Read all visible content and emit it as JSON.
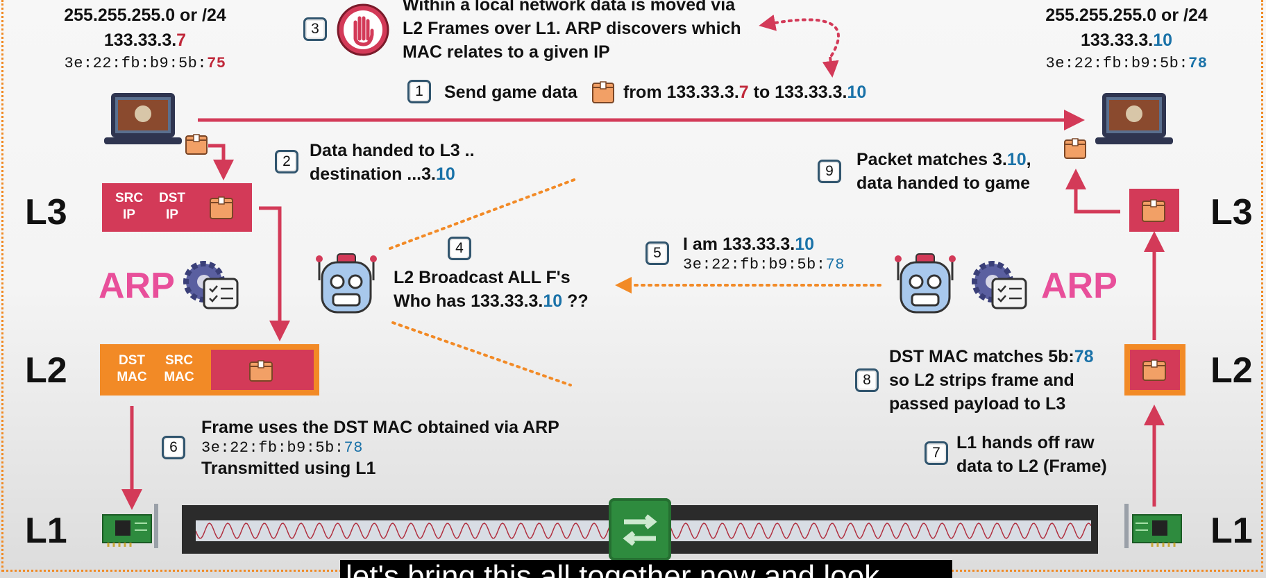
{
  "left_host": {
    "mask": "255.255.255.0 or /24",
    "ip_prefix": "133.33.3.",
    "ip_last": "7",
    "mac_prefix": "3e:22:fb:b9:5b:",
    "mac_last": "75"
  },
  "right_host": {
    "mask": "255.255.255.0 or /24",
    "ip_prefix": "133.33.3.",
    "ip_last": "10",
    "mac_prefix": "3e:22:fb:b9:5b:",
    "mac_last": "78"
  },
  "step3": {
    "num": "3",
    "lines": [
      "Within a local network data is moved via",
      "L2 Frames over L1. ARP discovers which",
      "MAC relates to a given IP"
    ]
  },
  "step1": {
    "num": "1",
    "a": "Send game data",
    "b": "from 133.33.3.",
    "c": "7",
    "d": " to 133.33.3.",
    "e": "10"
  },
  "step2": {
    "num": "2",
    "line1": "Data handed to L3 ..",
    "line2a": "destination ...3.",
    "line2b": "10"
  },
  "step9": {
    "num": "9",
    "line1a": "Packet matches 3.",
    "line1b": "10",
    "line1c": ",",
    "line2": "data handed to game"
  },
  "step4": {
    "num": "4",
    "line1": "L2 Broadcast ALL F's",
    "line2a": "Who has 133.33.3.",
    "line2b": "10",
    "line2c": " ??"
  },
  "step5": {
    "num": "5",
    "line1a": "I am 133.33.3.",
    "line1b": "10",
    "mac_prefix": "3e:22:fb:b9:5b:",
    "mac_last": "78"
  },
  "step6": {
    "num": "6",
    "line1": "Frame uses the DST MAC obtained via ARP",
    "mac_prefix": "3e:22:fb:b9:5b:",
    "mac_last": "78",
    "line3": "Transmitted using L1"
  },
  "step7": {
    "num": "7",
    "line1": "L1 hands off raw",
    "line2": "data to L2 (Frame)"
  },
  "step8": {
    "num": "8",
    "line1a": "DST MAC matches 5b:",
    "line1b": "78",
    "line2": "so L2 strips frame and",
    "line3": "passed payload to L3"
  },
  "layers": {
    "l3": "L3",
    "l2": "L2",
    "l1": "L1",
    "arp": "ARP"
  },
  "packet": {
    "src_ip": [
      "SRC",
      "IP"
    ],
    "dst_ip": [
      "DST",
      "IP"
    ]
  },
  "frame": {
    "dst_mac": [
      "DST",
      "MAC"
    ],
    "src_mac": [
      "SRC",
      "MAC"
    ]
  },
  "caption": "let's bring this all together now and look",
  "colors": {
    "accent_red": "#d33a58",
    "accent_orange": "#f28a26",
    "ip_blue": "#1a72a8",
    "arp_pink": "#e84f9a",
    "switch_green": "#2e8b3e"
  },
  "icons": [
    "laptop-icon",
    "package-icon",
    "stop-hand-icon",
    "robot-icon",
    "gear-checklist-icon",
    "network-card-icon",
    "switch-icon"
  ]
}
